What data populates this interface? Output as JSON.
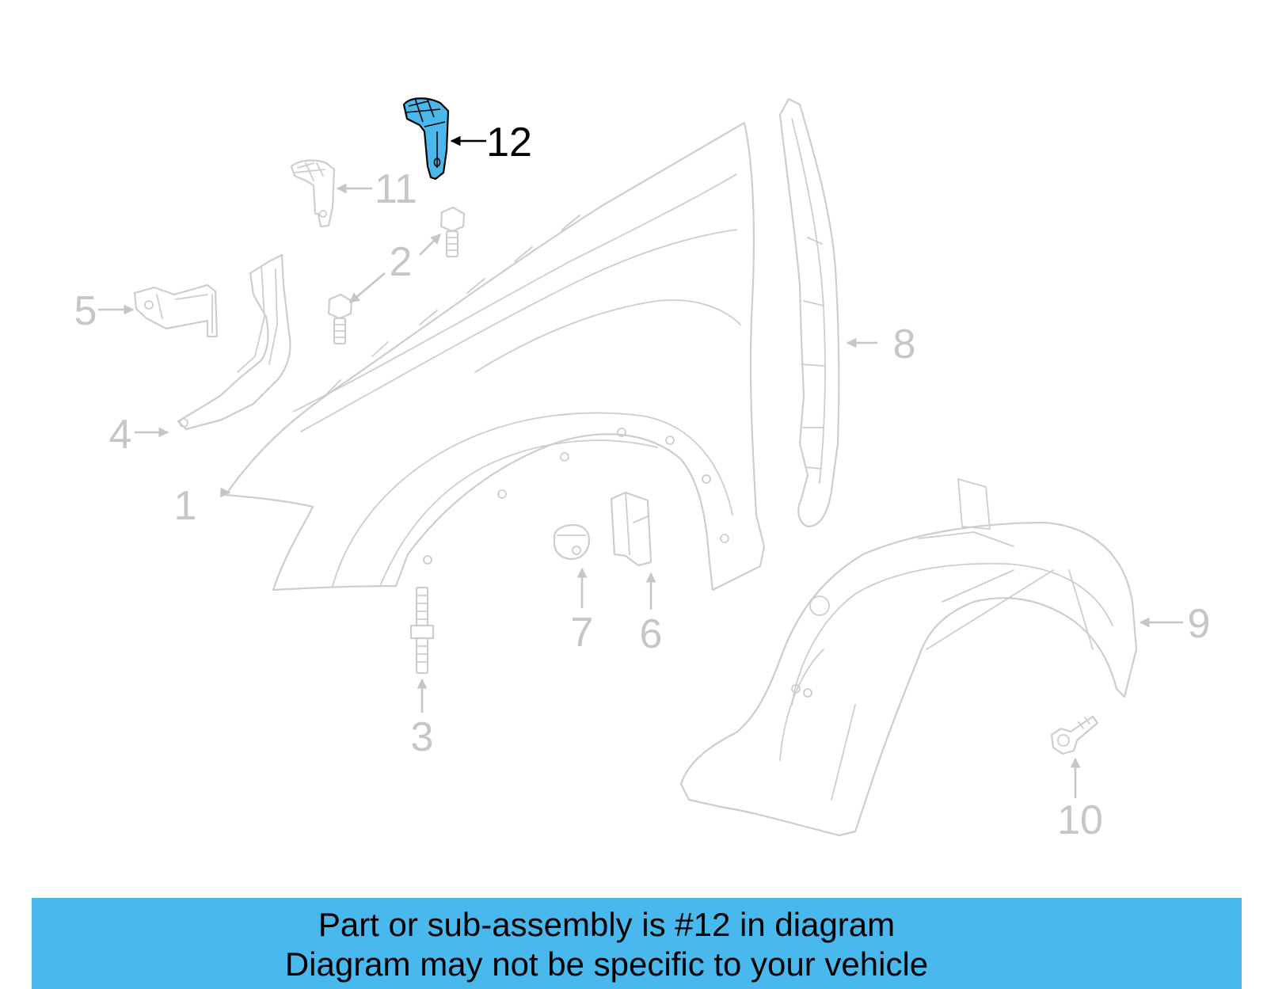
{
  "diagram": {
    "highlight_color": "#4ab8ea",
    "part_line_color": "#cdcdcd",
    "highlighted_part": "12",
    "callouts": [
      "1",
      "2",
      "3",
      "4",
      "5",
      "6",
      "7",
      "8",
      "9",
      "10",
      "11",
      "12"
    ]
  },
  "banner": {
    "line1": "Part or sub-assembly is #12 in diagram",
    "line2": "Diagram may not be specific to your vehicle",
    "background": "#49b8ec"
  }
}
